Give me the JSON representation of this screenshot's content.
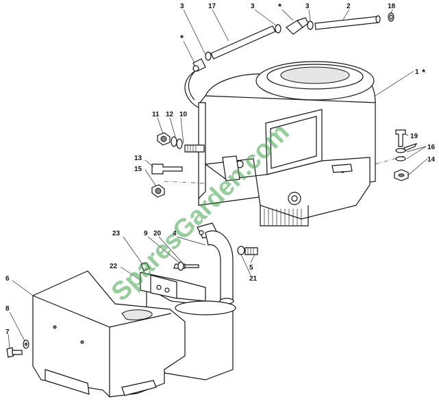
{
  "callouts": {
    "c3a": "3",
    "c17": "17",
    "c3b": "3",
    "star_top": "*",
    "c3c": "3",
    "c2": "2",
    "c18": "18",
    "star_left": "*",
    "c1": "1",
    "star_c1": "*",
    "c11": "11",
    "c12": "12",
    "c10": "10",
    "c19": "19",
    "c16": "16",
    "c14": "14",
    "c13": "13",
    "c15": "15",
    "c23": "23",
    "c9": "9",
    "c20": "20",
    "c4": "4",
    "c5": "5",
    "c21": "21",
    "c22": "22",
    "c6": "6",
    "c8": "8",
    "c7": "7"
  },
  "watermark": "SparesGarden.com"
}
